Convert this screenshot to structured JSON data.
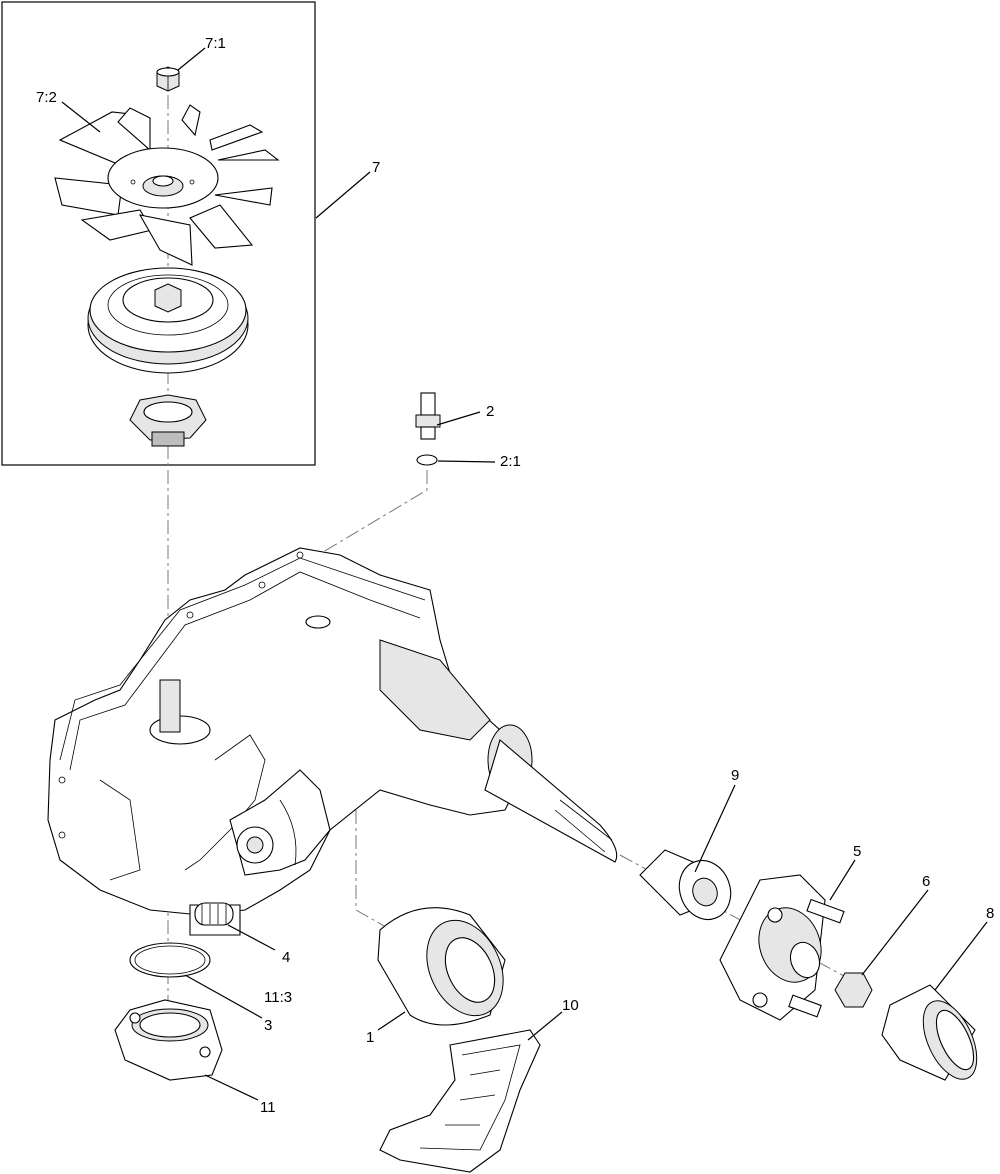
{
  "diagram": {
    "callouts": {
      "c7_1": "7:1",
      "c7_2": "7:2",
      "c7": "7",
      "c2": "2",
      "c2_1": "2:1",
      "c9": "9",
      "c5": "5",
      "c6": "6",
      "c8": "8",
      "c4": "4",
      "c11_3": "11:3",
      "c3": "3",
      "c1": "1",
      "c10": "10",
      "c11": "11"
    }
  }
}
